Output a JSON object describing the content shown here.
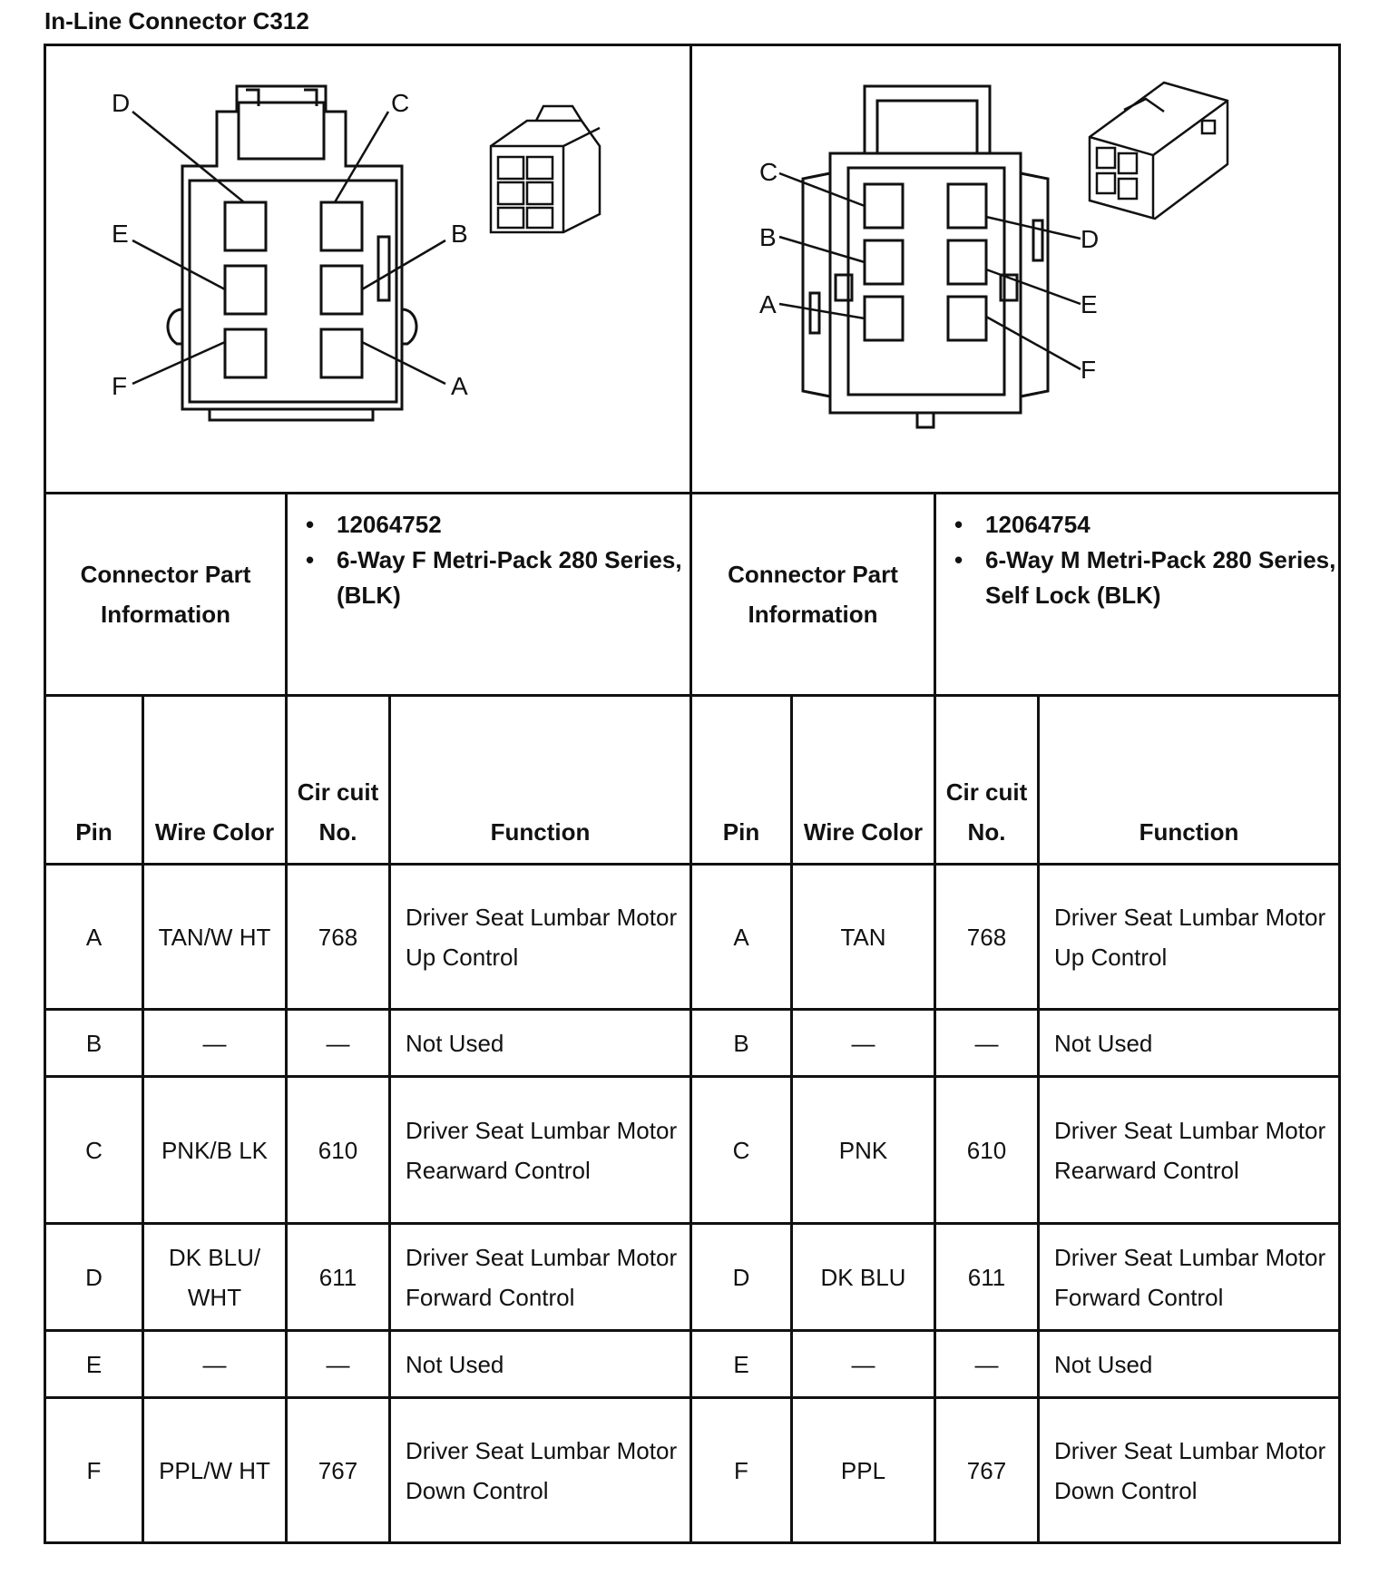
{
  "title": "In-Line Connector C312",
  "left_connector": {
    "part_label": "Connector Part Information",
    "part_number": "12064752",
    "description": "6-Way F Metri-Pack 280 Series, (BLK)",
    "pin_labels": [
      "D",
      "C",
      "E",
      "B",
      "F",
      "A"
    ]
  },
  "right_connector": {
    "part_label": "Connector Part Information",
    "part_number": "12064754",
    "description": "6-Way M Metri-Pack 280 Series, Self Lock (BLK)",
    "pin_labels": [
      "C",
      "D",
      "B",
      "E",
      "A",
      "F"
    ]
  },
  "columns": {
    "pin": "Pin",
    "wire_color": "Wire Color",
    "circuit": "Cir cuit No.",
    "function": "Function"
  },
  "rows": [
    {
      "pin": "A",
      "left_wire": "TAN/W HT",
      "left_circuit": "768",
      "left_function": "Driver Seat Lumbar Motor Up Control",
      "right_wire": "TAN",
      "right_circuit": "768",
      "right_function": "Driver Seat Lumbar Motor Up Control"
    },
    {
      "pin": "B",
      "left_wire": "—",
      "left_circuit": "—",
      "left_function": "Not Used",
      "right_wire": "—",
      "right_circuit": "—",
      "right_function": "Not Used"
    },
    {
      "pin": "C",
      "left_wire": "PNK/B LK",
      "left_circuit": "610",
      "left_function": "Driver Seat Lumbar Motor Rearward Control",
      "right_wire": "PNK",
      "right_circuit": "610",
      "right_function": "Driver Seat Lumbar Motor Rearward Control"
    },
    {
      "pin": "D",
      "left_wire": "DK BLU/ WHT",
      "left_circuit": "611",
      "left_function": "Driver Seat Lumbar Motor Forward Control",
      "right_wire": "DK BLU",
      "right_circuit": "611",
      "right_function": "Driver Seat Lumbar Motor Forward Control"
    },
    {
      "pin": "E",
      "left_wire": "—",
      "left_circuit": "—",
      "left_function": "Not Used",
      "right_wire": "—",
      "right_circuit": "—",
      "right_function": "Not Used"
    },
    {
      "pin": "F",
      "left_wire": "PPL/W HT",
      "left_circuit": "767",
      "left_function": "Driver Seat Lumbar Motor Down Control",
      "right_wire": "PPL",
      "right_circuit": "767",
      "right_function": "Driver Seat Lumbar Motor Down Control"
    }
  ]
}
